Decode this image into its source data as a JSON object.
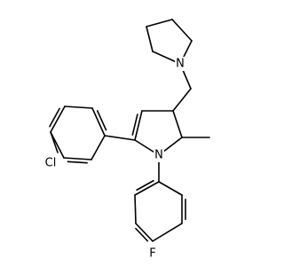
{
  "molecule": {
    "atoms": [
      {
        "id": "cl",
        "label": "Cl"
      },
      {
        "id": "f",
        "label": "F"
      },
      {
        "id": "n1",
        "label": "N"
      },
      {
        "id": "n2",
        "label": "N"
      }
    ]
  },
  "colors": {
    "background": "#ffffff",
    "bond": "#000000",
    "label": "#000000"
  }
}
